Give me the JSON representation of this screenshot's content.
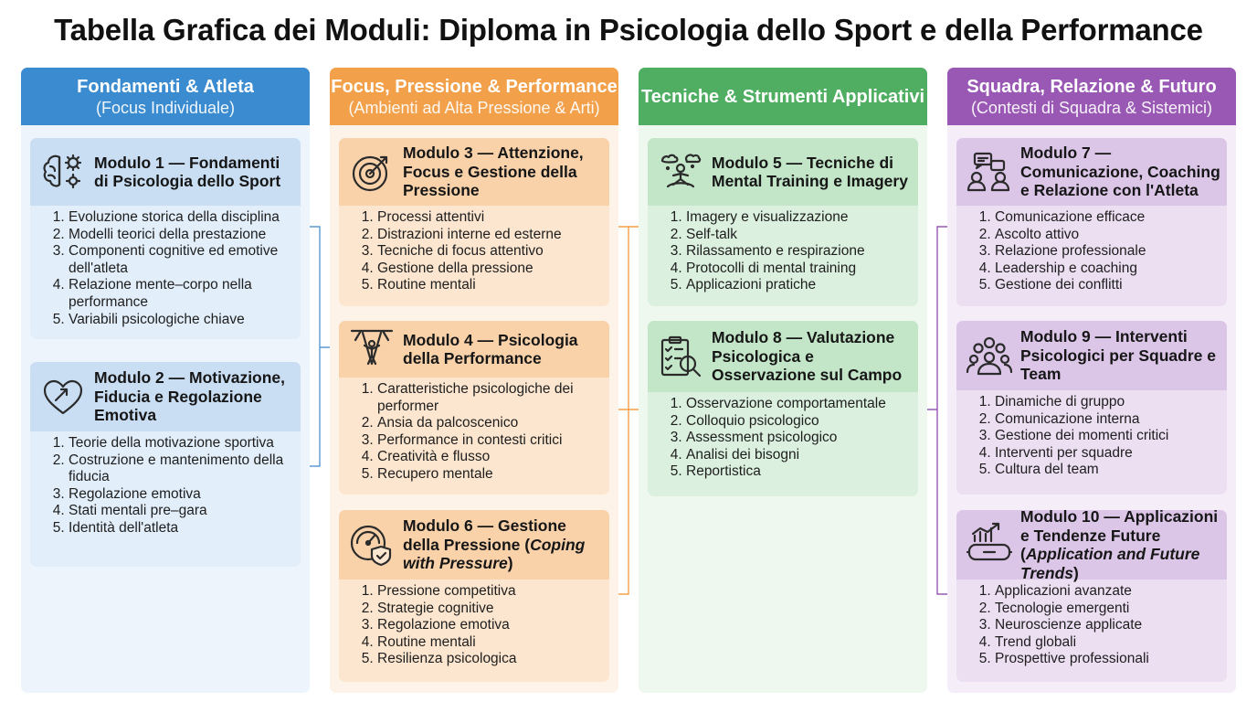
{
  "title": "Tabella Grafica dei Moduli: Diploma in Psicologia dello Sport e della Performance",
  "colors": {
    "blue": "#3a8bcf",
    "orange": "#f2a04a",
    "green": "#4fae61",
    "purple": "#9858b3"
  },
  "columns": [
    {
      "title": "Fondamenti & Atleta",
      "subtitle": "(Focus Individuale)",
      "modules": [
        {
          "title": "Modulo 1 — Fondamenti di Psicologia dello Sport",
          "icon": "brain-gears-icon",
          "items": [
            "Evoluzione storica della disciplina",
            "Modelli teorici della prestazione",
            "Componenti cognitive ed emotive dell'atleta",
            "Relazione mente–corpo nella performance",
            "Variabili psicologiche chiave"
          ]
        },
        {
          "title": "Modulo 2 — Motivazione, Fiducia e Regolazione Emotiva",
          "icon": "heart-arrow-icon",
          "items": [
            "Teorie della motivazione sportiva",
            "Costruzione e mantenimento della fiducia",
            "Regolazione emotiva",
            "Stati mentali pre–gara",
            "Identità dell'atleta"
          ]
        }
      ]
    },
    {
      "title": "Focus, Pressione & Performance",
      "subtitle": "(Ambienti ad Alta Pressione & Arti)",
      "modules": [
        {
          "title": "Modulo 3 — Attenzione, Focus e Gestione della Pressione",
          "icon": "target-icon",
          "items": [
            "Processi attentivi",
            "Distrazioni interne ed esterne",
            "Tecniche di focus attentivo",
            "Gestione della pressione",
            "Routine mentali"
          ]
        },
        {
          "title": "Modulo 4 — Psicologia della Performance",
          "icon": "performer-spotlight-icon",
          "items": [
            "Caratteristiche psicologiche dei performer",
            "Ansia da palcoscenico",
            "Performance in contesti critici",
            "Creatività e flusso",
            "Recupero mentale"
          ]
        },
        {
          "title_main": "Modulo 6 — Gestione della Pressione (",
          "title_italic": "Coping with Pressure",
          "title_end": ")",
          "icon": "gauge-shield-icon",
          "items": [
            "Pressione competitiva",
            "Strategie cognitive",
            "Regolazione emotiva",
            "Routine mentali",
            "Resilienza psicologica"
          ]
        }
      ]
    },
    {
      "title": "Tecniche & Strumenti Applicativi",
      "subtitle": "",
      "modules": [
        {
          "title": "Modulo 5 — Tecniche di Mental Training e Imagery",
          "icon": "meditation-icon",
          "items": [
            "Imagery e visualizzazione",
            "Self-talk",
            "Rilassamento e respirazione",
            "Protocolli di mental training",
            "Applicazioni pratiche"
          ]
        },
        {
          "title": "Modulo 8 — Valutazione Psicologica e Osservazione sul Campo",
          "icon": "clipboard-search-icon",
          "items": [
            "Osservazione comportamentale",
            "Colloquio psicologico",
            "Assessment psicologico",
            "Analisi dei bisogni",
            "Reportistica"
          ]
        }
      ]
    },
    {
      "title": "Squadra, Relazione & Futuro",
      "subtitle": "(Contesti di Squadra & Sistemici)",
      "modules": [
        {
          "title": "Modulo 7 — Comunicazione, Coaching e Relazione con l'Atleta",
          "icon": "chat-people-icon",
          "items": [
            "Comunicazione efficace",
            "Ascolto attivo",
            "Relazione professionale",
            "Leadership e coaching",
            "Gestione dei conflitti"
          ]
        },
        {
          "title": "Modulo 9 — Interventi Psicologici per Squadre e Team",
          "icon": "team-group-icon",
          "items": [
            "Dinamiche di gruppo",
            "Comunicazione interna",
            "Gestione dei momenti critici",
            "Interventi per squadre",
            "Cultura del team"
          ]
        },
        {
          "title_main": "Modulo 10 — Applicazioni e Tendenze Future (",
          "title_italic": "Application and Future Trends",
          "title_end": ")",
          "icon": "vr-chart-icon",
          "items": [
            "Applicazioni avanzate",
            "Tecnologie emergenti",
            "Neuroscienze applicate",
            "Trend globali",
            "Prospettive professionali"
          ]
        }
      ]
    }
  ]
}
